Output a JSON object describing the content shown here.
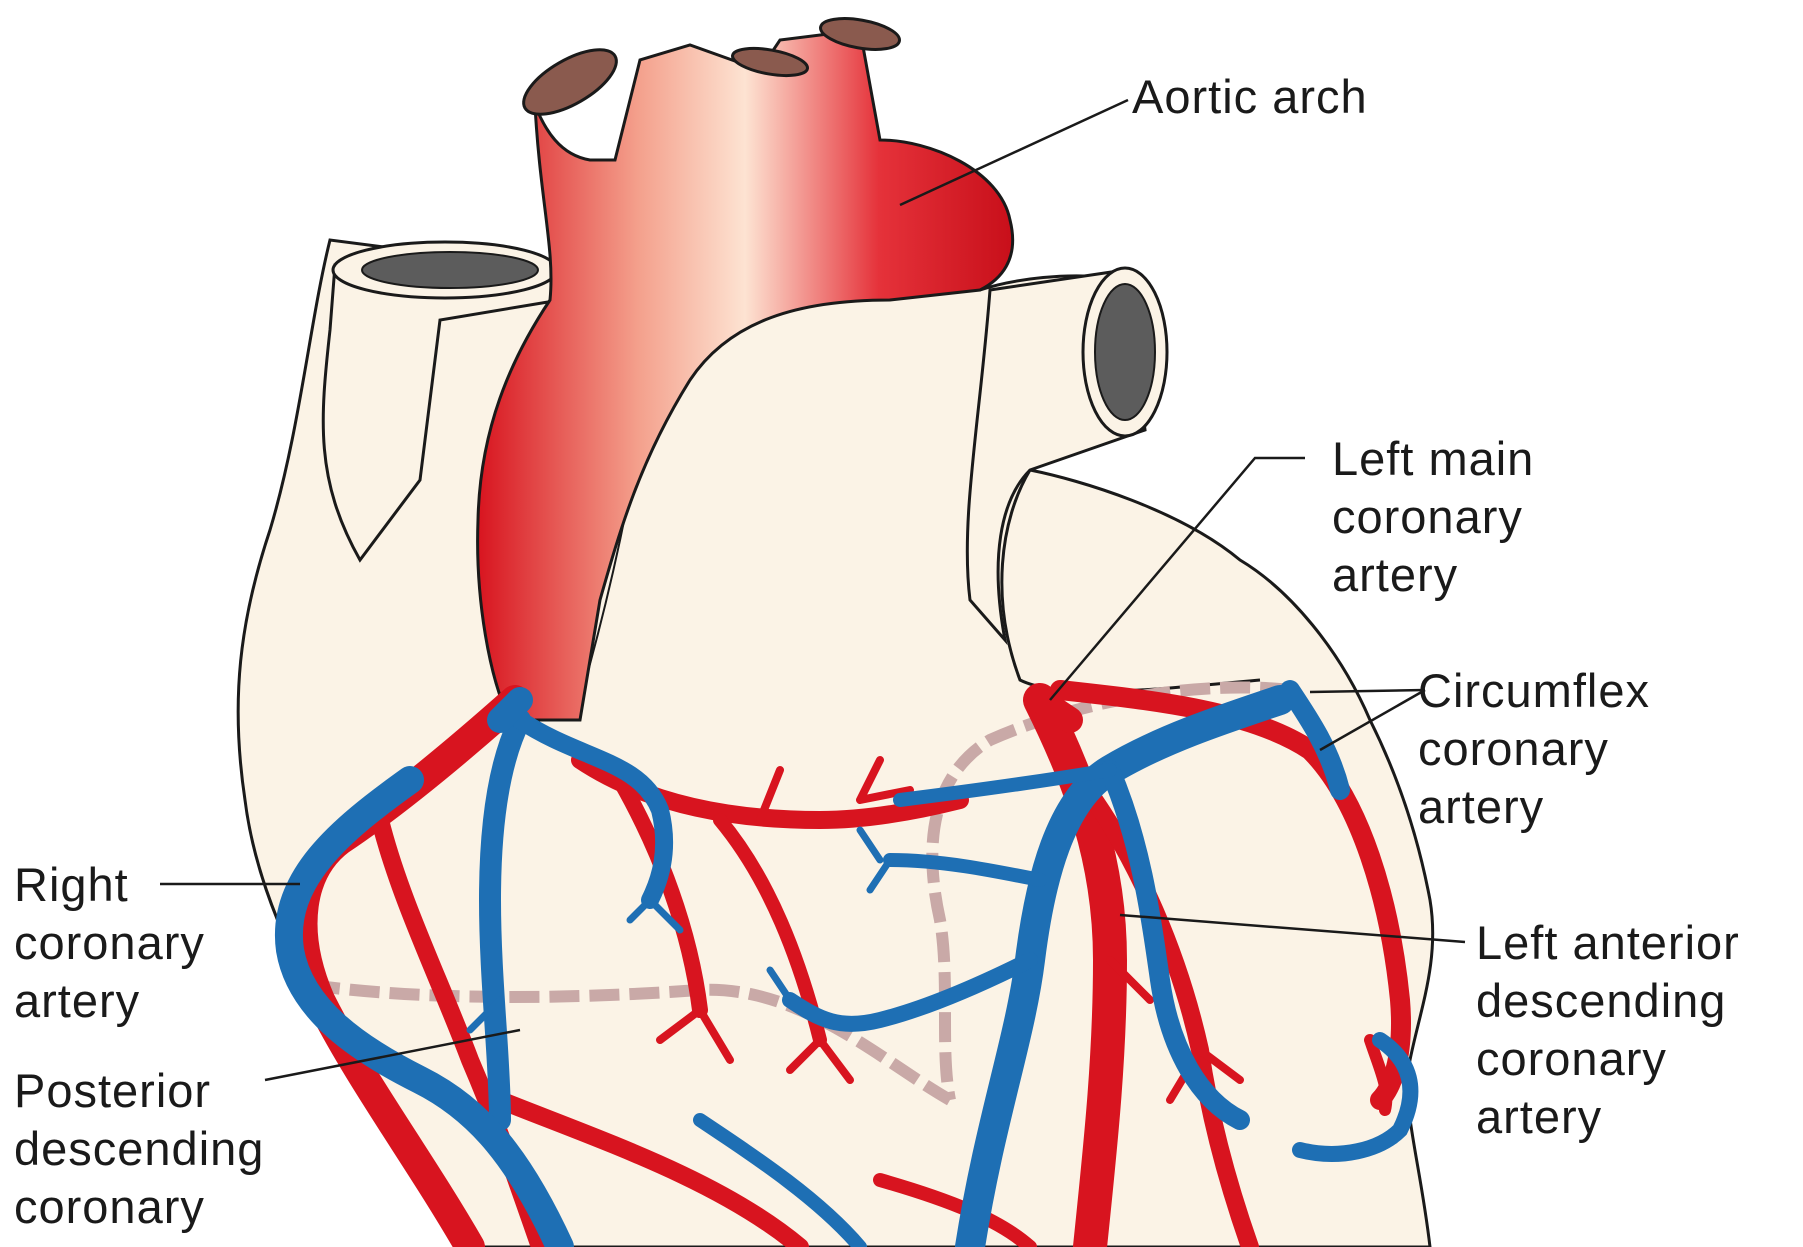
{
  "colors": {
    "artery_red": "#d8141f",
    "vein_blue": "#1e6fb4",
    "heart_fill": "#fbf3e6",
    "outline": "#1a1a1a",
    "vessel_lumen": "#5c5c5c",
    "dashed_path": "#c9a9a7"
  },
  "labels": {
    "aortic_arch": "Aortic arch",
    "left_main": [
      "Left main",
      "coronary",
      "artery"
    ],
    "circumflex": [
      "Circumflex",
      "coronary",
      "artery"
    ],
    "right_coronary": [
      "Right",
      "coronary",
      "artery"
    ],
    "left_anterior_descending": [
      "Left anterior",
      "descending",
      "coronary",
      "artery"
    ],
    "posterior_descending": [
      "Posterior",
      "descending",
      "coronary"
    ]
  }
}
